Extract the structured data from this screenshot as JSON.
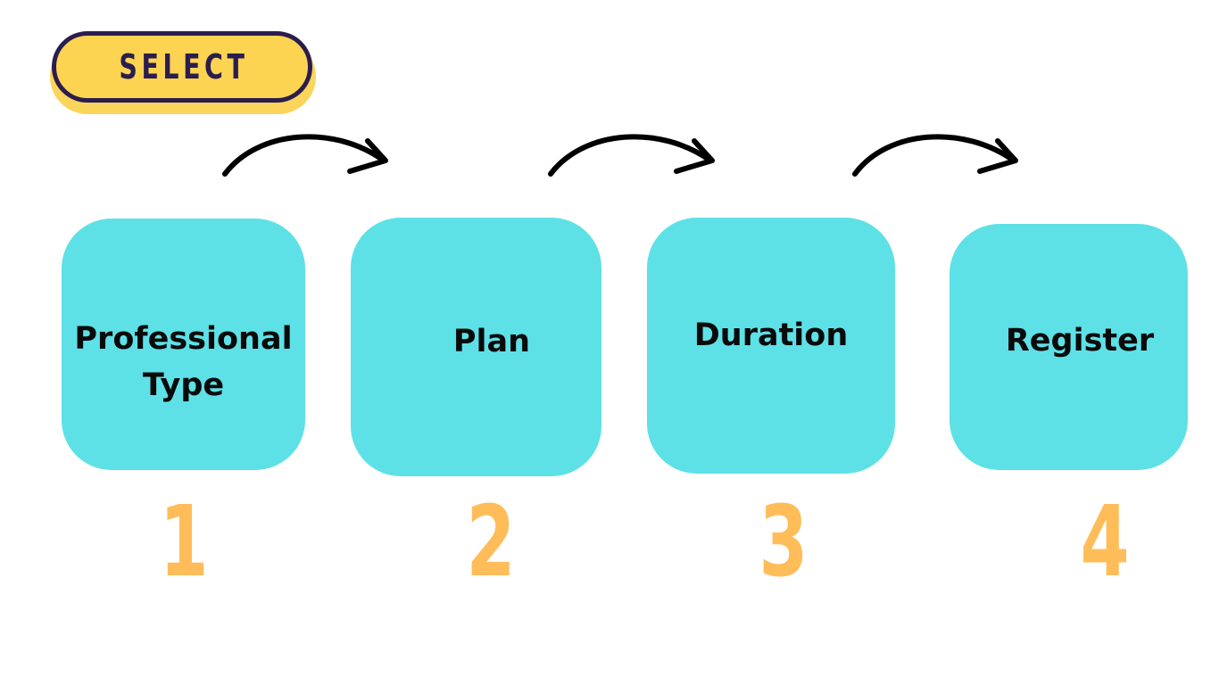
{
  "header": {
    "select_label": "SELECT"
  },
  "steps": [
    {
      "label": "Professional\nType",
      "number": "1"
    },
    {
      "label": "Plan",
      "number": "2"
    },
    {
      "label": "Duration",
      "number": "3"
    },
    {
      "label": "Register",
      "number": "4"
    }
  ],
  "colors": {
    "pill_fill": "#fcd452",
    "pill_border": "#2b1d4e",
    "box_fill": "#5de1e6",
    "number": "#ffbd59",
    "arrow": "#000000"
  }
}
